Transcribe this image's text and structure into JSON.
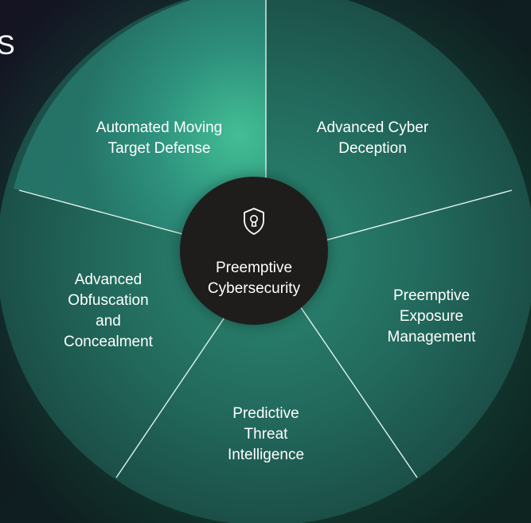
{
  "corner_text": "S",
  "hub": {
    "icon": "shield-keyhole-icon",
    "line1": "Preemptive",
    "line2": "Cybersecurity"
  },
  "segments": [
    {
      "lines": [
        "Automated Moving",
        "Target Defense"
      ]
    },
    {
      "lines": [
        "Advanced Cyber",
        "Deception"
      ]
    },
    {
      "lines": [
        "Preemptive",
        "Exposure",
        "Management"
      ]
    },
    {
      "lines": [
        "Predictive",
        "Threat",
        "Intelligence"
      ]
    },
    {
      "lines": [
        "Advanced",
        "Obfuscation",
        "and",
        "Concealment"
      ]
    }
  ],
  "colors": {
    "hub": "#1f1c1c",
    "segment_light": "#3fb99a",
    "segment_dark": "#1d6a5a",
    "divider": "#e6f5ef"
  }
}
